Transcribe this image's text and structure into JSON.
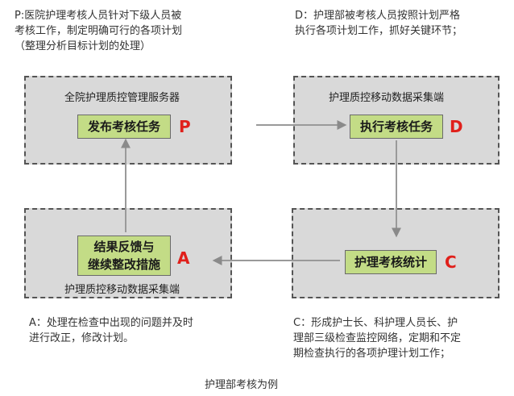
{
  "notes": {
    "p": "P:医院护理考核人员针对下级人员被\n考核工作，制定明确可行的各项计划\n（整理分析目标计划的处理）",
    "d": "D：护理部被考核人员按照计划严格\n执行各项计划工作，抓好关键环节；",
    "a": "A：处理在检查中出现的问题并及时\n进行改正，修改计划。",
    "c": "C：形成护士长、科护理人员长、护\n理部三级检查监控网络，定期和不定\n期检查执行的各项护理计划工作；"
  },
  "boxes": {
    "p": {
      "title": "全院护理质控管理服务器",
      "task": "发布考核任务",
      "letter": "P"
    },
    "d": {
      "title": "护理质控移动数据采集端",
      "task": "执行考核任务",
      "letter": "D"
    },
    "c": {
      "task": "护理考核统计",
      "letter": "C"
    },
    "a": {
      "title": "护理质控移动数据采集端",
      "task": "结果反馈与\n继续整改措施",
      "letter": "A"
    }
  },
  "caption": "护理部考核为例"
}
